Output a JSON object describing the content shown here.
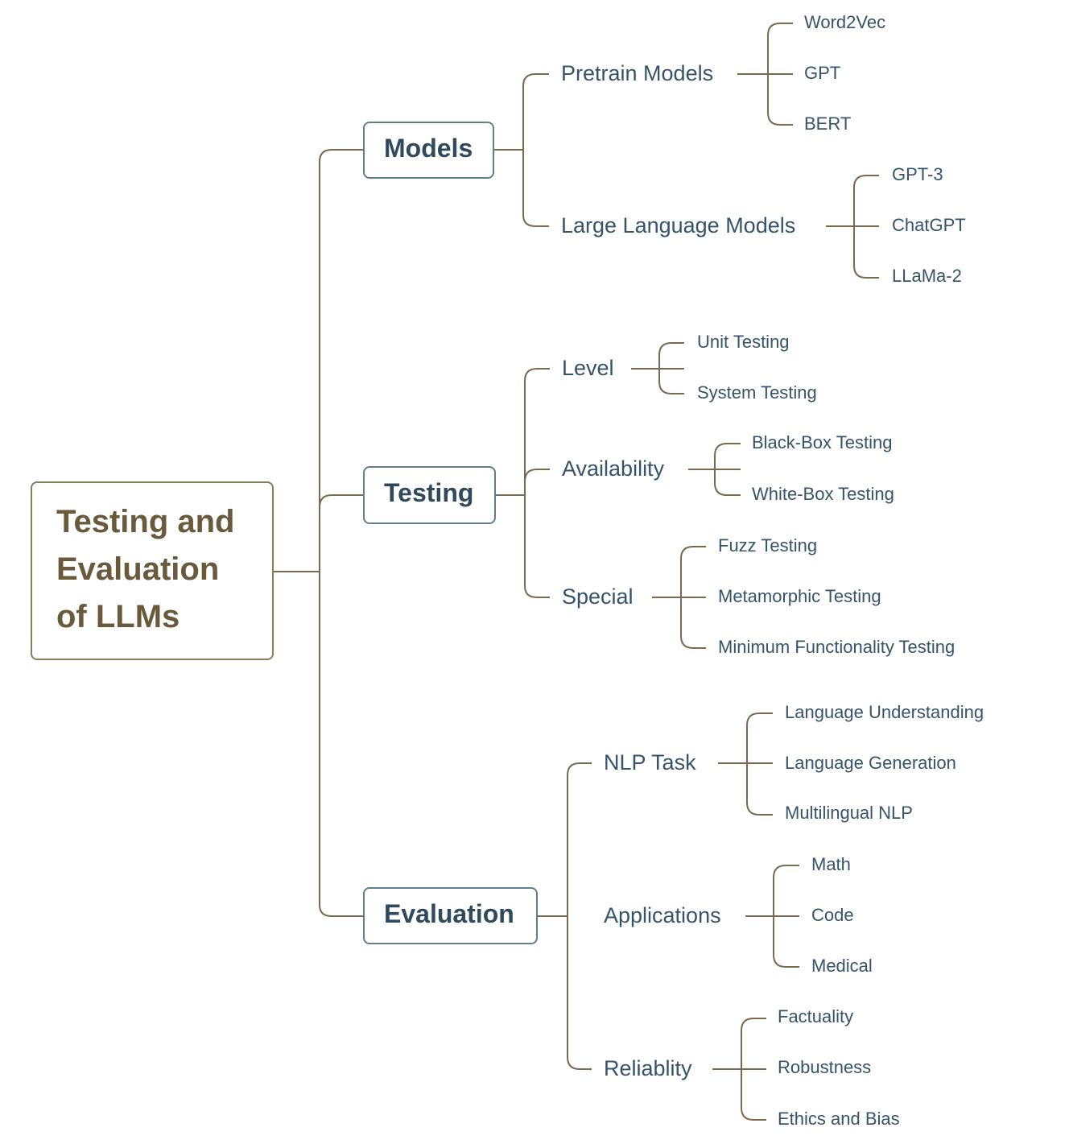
{
  "root": {
    "lines": [
      "Testing and",
      "Evaluation",
      "of LLMs"
    ]
  },
  "branches": [
    {
      "label": "Models",
      "children": [
        {
          "label": "Pretrain Models",
          "items": [
            "Word2Vec",
            "GPT",
            "BERT"
          ]
        },
        {
          "label": "Large Language Models",
          "items": [
            "GPT-3",
            "ChatGPT",
            "LLaMa-2"
          ]
        }
      ]
    },
    {
      "label": "Testing",
      "children": [
        {
          "label": "Level",
          "items": [
            "Unit Testing",
            "System Testing"
          ]
        },
        {
          "label": "Availability",
          "items": [
            "Black-Box Testing",
            "White-Box Testing"
          ]
        },
        {
          "label": "Special",
          "items": [
            "Fuzz Testing",
            "Metamorphic Testing",
            "Minimum Functionality Testing"
          ]
        }
      ]
    },
    {
      "label": "Evaluation",
      "children": [
        {
          "label": "NLP Task",
          "items": [
            "Language Understanding",
            "Language Generation",
            "Multilingual NLP"
          ]
        },
        {
          "label": "Applications",
          "items": [
            "Math",
            "Code",
            "Medical"
          ]
        },
        {
          "label": "Reliablity",
          "items": [
            "Factuality",
            "Robustness",
            "Ethics and Bias"
          ]
        }
      ]
    }
  ],
  "colors": {
    "connector": "#7a6a50",
    "root_text": "#6a5a3c",
    "root_border": "#8c7b5c",
    "node_text": "#35546a",
    "node_border": "#5f7e92"
  }
}
